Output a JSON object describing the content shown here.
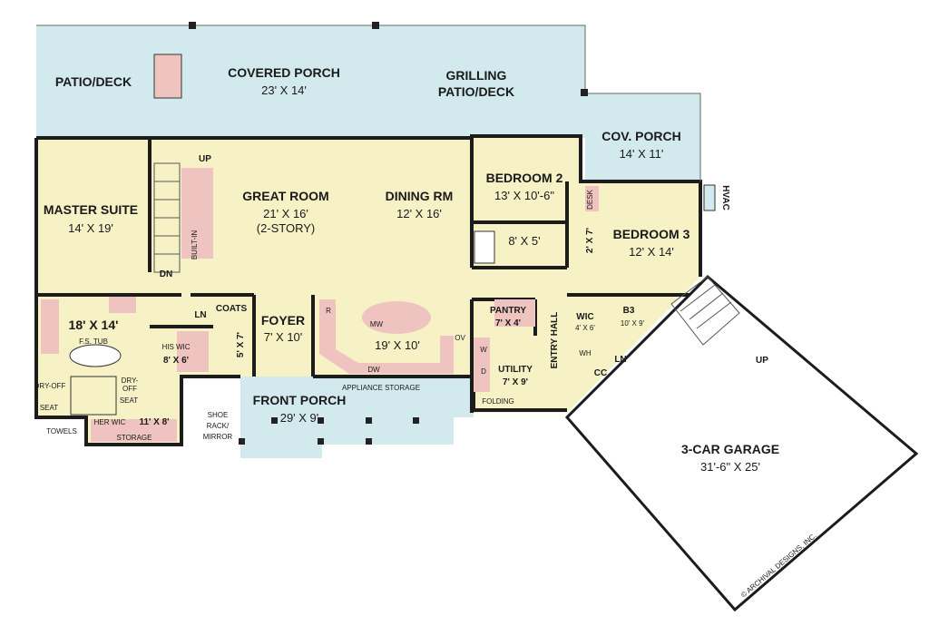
{
  "rooms": {
    "patio_deck": {
      "name": "PATIO/DECK"
    },
    "covered_porch": {
      "name": "COVERED PORCH",
      "dims": "23' X 14'"
    },
    "grilling": {
      "name": "GRILLING",
      "name2": "PATIO/DECK"
    },
    "cov_porch": {
      "name": "COV. PORCH",
      "dims": "14' X 11'"
    },
    "master_suite": {
      "name": "MASTER SUITE",
      "dims": "14' X 19'"
    },
    "great_room": {
      "name": "GREAT ROOM",
      "dims": "21' X 16'",
      "note": "(2-STORY)"
    },
    "dining": {
      "name": "DINING RM",
      "dims": "12' X 16'"
    },
    "bedroom2": {
      "name": "BEDROOM 2",
      "dims": "13' X 10'-6\""
    },
    "bath2": {
      "dims": "8' X 5'"
    },
    "closet2": {
      "dims": "2' X 7'"
    },
    "desk": {
      "name": "DESK"
    },
    "bedroom3": {
      "name": "BEDROOM 3",
      "dims": "12' X 14'"
    },
    "hvac": {
      "name": "HVAC"
    },
    "master_bath": {
      "dims": "18' X 14'",
      "tub": "F.S. TUB",
      "dry_off_left": "DRY-OFF",
      "dry_off_right": "DRY-",
      "dry_off_right2": "OFF",
      "seat_left": "SEAT",
      "seat_right": "SEAT",
      "towels": "TOWELS"
    },
    "his_wic": {
      "name": "HIS WIC",
      "dims": "8' X 6'"
    },
    "her_wic": {
      "name": "HER WIC",
      "dims": "11' X 8'",
      "storage": "STORAGE"
    },
    "shoe_rack": {
      "line1": "SHOE",
      "line2": "RACK/",
      "line3": "MIRROR"
    },
    "ln1": {
      "name": "LN"
    },
    "coats": {
      "name": "COATS"
    },
    "powder": {
      "dims": "5' X 7'"
    },
    "foyer": {
      "name": "FOYER",
      "dims": "7' X 10'"
    },
    "kitchen": {
      "dims": "19' X 10'",
      "r": "R",
      "mw": "MW",
      "dw": "DW",
      "ov": "OV",
      "appliance": "APPLIANCE STORAGE"
    },
    "pantry": {
      "name": "PANTRY",
      "dims": "7' X 4'"
    },
    "utility": {
      "name": "UTILITY",
      "dims": "7' X 9'",
      "w": "W",
      "d": "D",
      "folding": "FOLDING"
    },
    "entry_hall": {
      "name": "ENTRY HALL"
    },
    "wic3": {
      "name": "WIC",
      "dims": "4' X 6'"
    },
    "b3": {
      "name": "B3",
      "dims": "10' X 9'"
    },
    "wh": {
      "name": "WH"
    },
    "ln2": {
      "name": "LN"
    },
    "cc": {
      "name": "CC"
    },
    "front_porch": {
      "name": "FRONT PORCH",
      "dims": "29' X 9'"
    },
    "garage": {
      "name": "3-CAR GARAGE",
      "dims": "31'-6\" X 25'",
      "up": "UP"
    },
    "stairs": {
      "up": "UP",
      "dn": "DN",
      "built_in": "BUILT-IN"
    }
  },
  "copyright": "© ARCHIVAL DESIGNS, INC.",
  "colors": {
    "porch": "#d2eaee",
    "floor": "#f7f1c6",
    "fixture": "#efc4c0",
    "wall": "#1c1c1c"
  }
}
